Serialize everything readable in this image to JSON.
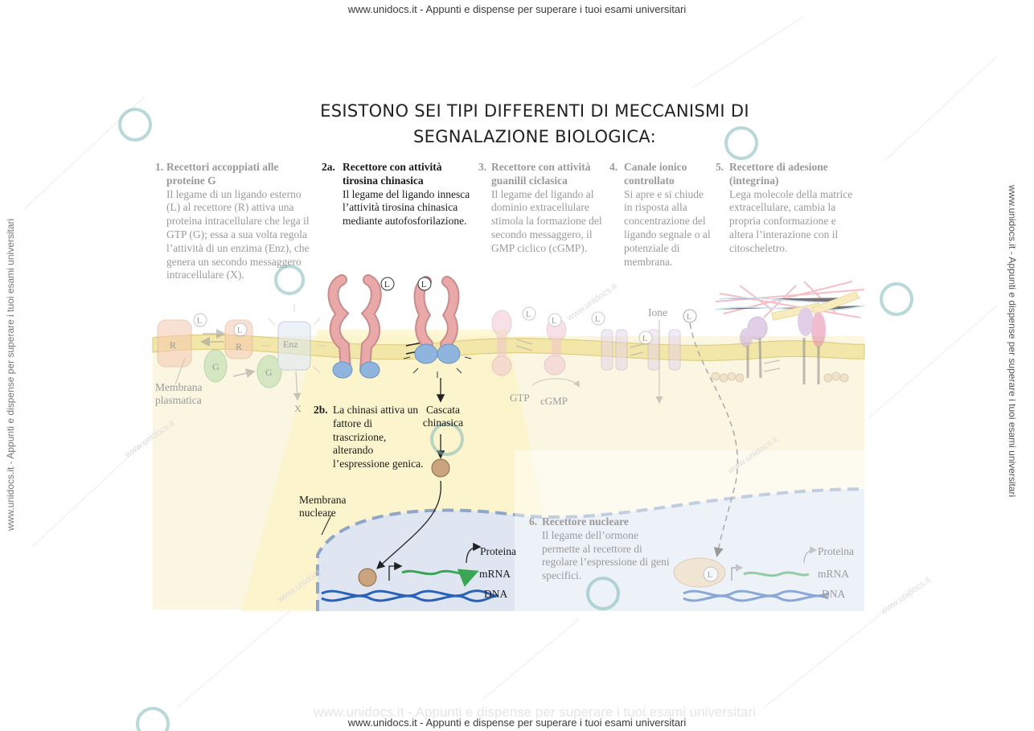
{
  "watermark": {
    "top": "www.unidocs.it - Appunti e dispense per superare i tuoi esami universitari",
    "bottom": "www.unidocs.it - Appunti e dispense per superare i tuoi esami universitari",
    "side": "www.unidocs.it - Appunti e dispense per superare i tuoi esami universitari",
    "diag": "www.unidocs.it",
    "logo_color": "#7fb8b8"
  },
  "title": {
    "line1": "ESISTONO SEI TIPI DIFFERENTI DI MECCANISMI DI",
    "line2": "SEGNALAZIONE BIOLOGICA:"
  },
  "mechanisms": {
    "m1": {
      "num": "1.",
      "head": "Recettori accoppiati alle proteine G",
      "body": "Il legame di un ligando esterno (L) al recettore (R) attiva una proteina intracellulare che lega il GTP (G); essa a sua volta regola l’attività di un enzima (Enz), che genera un secondo messaggero intracellulare (X)."
    },
    "m2a": {
      "num": "2a.",
      "head": "Recettore con attività tirosina chinasica",
      "body": "Il legame del ligando innesca l’attività tirosina chinasica mediante autofosforilazione."
    },
    "m3": {
      "num": "3.",
      "head": "Recettore con attività guanilil ciclasica",
      "body": "Il legame del ligando al dominio extracellulare stimola la formazione del secondo messaggero, il GMP ciclico (cGMP)."
    },
    "m4": {
      "num": "4.",
      "head": "Canale ionico controllato",
      "body": "Si apre e si chiude in risposta alla concentrazione del ligando segnale o al potenziale di membrana."
    },
    "m5": {
      "num": "5.",
      "head": "Recettore di adesione (integrina)",
      "body": "Lega molecole della matrice extracellulare, cambia la propria conformazione e altera l’interazione con il citoscheletro."
    },
    "m2b": {
      "num": "2b.",
      "body": "La chinasi attiva un fattore di trascrizione, alterando l’espressione genica."
    },
    "m6": {
      "num": "6.",
      "head": "Recettore nucleare",
      "body": "Il legame dell’ormone permette al recettore di regolare l’espressione di geni specifici."
    }
  },
  "labels": {
    "L": "L",
    "R": "R",
    "G": "G",
    "X": "X",
    "enz": "Enz",
    "plasma_membrane": "Membrana plasmatica",
    "gtp": "GTP",
    "cgmp": "cGMP",
    "ion": "Ione",
    "kinase_cascade": "Cascata chinasica",
    "nuclear_membrane": "Membrana nucleare",
    "protein": "Proteina",
    "mrna": "mRNA",
    "dna": "DNA",
    "protein2": "Proteina",
    "mrna2": "mRNA",
    "dna2": "DNA"
  },
  "colors": {
    "cytoplasm": "#fbf6e2",
    "membrane": "#f2e6a8",
    "nucleus": "#dfe6f2",
    "dna": "#2a62b8",
    "mrna": "#3aa655",
    "receptor_pink": "#e9a9a9",
    "receptor_blue": "#8fb4de"
  }
}
